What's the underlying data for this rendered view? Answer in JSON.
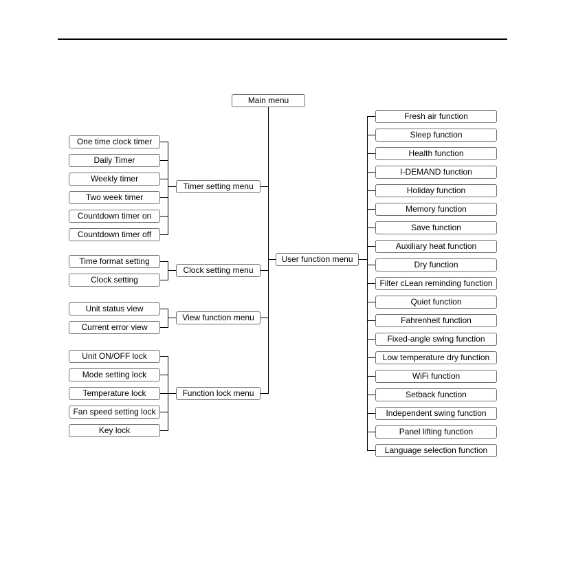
{
  "root": "Main menu",
  "branches": {
    "timer": {
      "label": "Timer setting menu",
      "items": [
        "One time clock timer",
        "Daily Timer",
        "Weekly timer",
        "Two week timer",
        "Countdown timer on",
        "Countdown timer off"
      ]
    },
    "clock": {
      "label": "Clock setting menu",
      "items": [
        "Time format setting",
        "Clock setting"
      ]
    },
    "view": {
      "label": "View function menu",
      "items": [
        "Unit status view",
        "Current error view"
      ]
    },
    "lock": {
      "label": "Function lock menu",
      "items": [
        "Unit ON/OFF lock",
        "Mode setting lock",
        "Temperature  lock",
        "Fan speed setting lock",
        "Key lock"
      ]
    },
    "user": {
      "label": "User function menu",
      "items": [
        "Fresh air function",
        "Sleep function",
        "Health function",
        "I-DEMAND function",
        "Holiday function",
        "Memory function",
        "Save function",
        "Auxiliary heat function",
        "Dry function",
        "Filter cLean reminding function",
        "Quiet function",
        "Fahrenheit function",
        "Fixed-angle swing function",
        "Low temperature dry function",
        "WiFi function",
        "Setback function",
        "Independent swing function",
        "Panel lifting function",
        "Language selection function"
      ]
    }
  }
}
